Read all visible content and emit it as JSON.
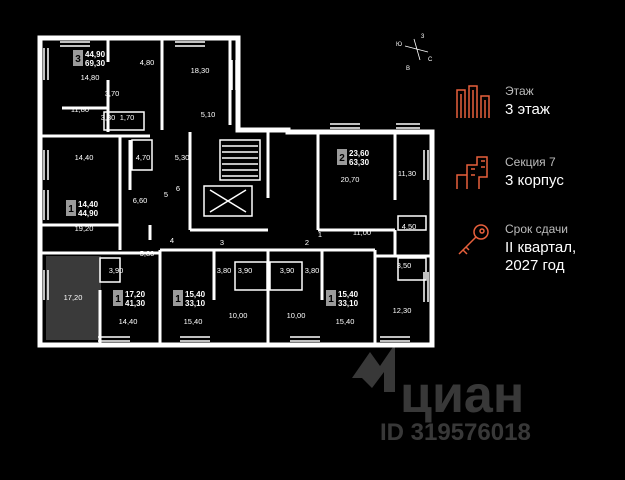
{
  "compass": {
    "n": "3",
    "s": "С",
    "w": "Ю",
    "e": "В"
  },
  "apartments": [
    {
      "rooms": "3",
      "living": "44,90",
      "total": "69,30"
    },
    {
      "rooms": "1",
      "living": "14,40",
      "total": "44,90"
    },
    {
      "rooms": "2",
      "living": "23,60",
      "total": "63,30"
    },
    {
      "rooms": "1",
      "living": "17,20",
      "total": "41,30"
    },
    {
      "rooms": "1",
      "living": "15,40",
      "total": "33,10"
    },
    {
      "rooms": "1",
      "living": "15,40",
      "total": "33,10"
    }
  ],
  "room_areas": [
    "14,80",
    "4,80",
    "18,30",
    "11,80",
    "3,70",
    "3,80",
    "1,70",
    "5,10",
    "14,40",
    "4,70",
    "5,30",
    "6,60",
    "19,20",
    "20,70",
    "11,30",
    "11,00",
    "4,50",
    "5,80",
    "3,90",
    "17,20",
    "14,40",
    "3,80",
    "3,90",
    "3,90",
    "3,80",
    "15,40",
    "10,00",
    "10,00",
    "15,40",
    "3,50",
    "12,30"
  ],
  "stair_nums": [
    "5",
    "6",
    "4",
    "3",
    "2",
    "1"
  ],
  "info": {
    "floor_label": "Этаж",
    "floor_value": "3 этаж",
    "section_label": "Секция 7",
    "section_value": "3 корпус",
    "deadline_label": "Срок сдачи",
    "deadline_value_line1": "II квартал,",
    "deadline_value_line2": "2027 год"
  },
  "watermark": {
    "brand": "циан",
    "id": "ID 319576018"
  },
  "colors": {
    "accent": "#e8603c",
    "background": "#000000",
    "wall": "#ffffff",
    "highlight": "#3a3a3a"
  }
}
